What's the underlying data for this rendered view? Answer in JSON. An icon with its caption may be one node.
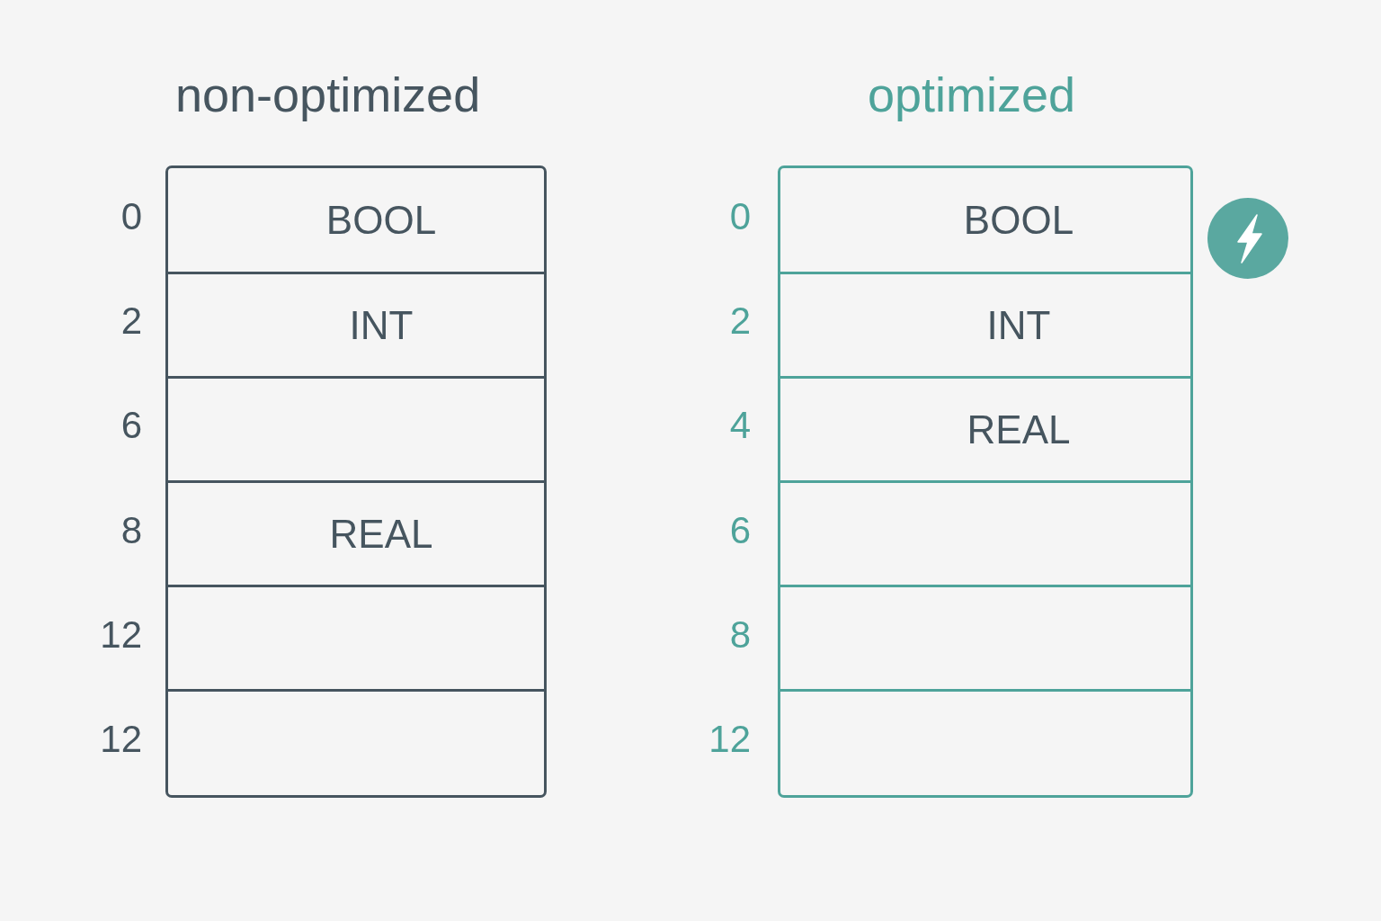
{
  "diagram": {
    "nodes": [
      {
        "text": [
          "non-optimized"
        ]
      },
      {
        "text": [
          "BOOL"
        ],
        "in": 0
      },
      {
        "text": [
          "INT"
        ],
        "in": 0
      },
      {
        "text": [],
        "shape": "box",
        "in": 0
      },
      {
        "text": [
          "REAL"
        ],
        "in": 0
      },
      {
        "text": [],
        "shape": "box",
        "in": 0
      },
      {
        "text": [],
        "shape": "box",
        "in": 0
      },
      {
        "text": [
          "optimized"
        ]
      },
      {
        "text": [
          "BOOL"
        ],
        "in": 7
      },
      {
        "text": [
          "INT"
        ],
        "in": 7
      },
      {
        "text": [
          "REAL"
        ],
        "in": 7
      },
      {
        "text": [],
        "shape": "box",
        "in": 7
      },
      {
        "text": [],
        "shape": "box",
        "in": 7
      },
      {
        "text": [],
        "shape": "box",
        "in": 7
      }
    ],
    "labels": [
      "0",
      "0",
      "2",
      "2",
      "6",
      "4",
      "8",
      "6",
      "12",
      "8",
      "12",
      "12"
    ]
  }
}
